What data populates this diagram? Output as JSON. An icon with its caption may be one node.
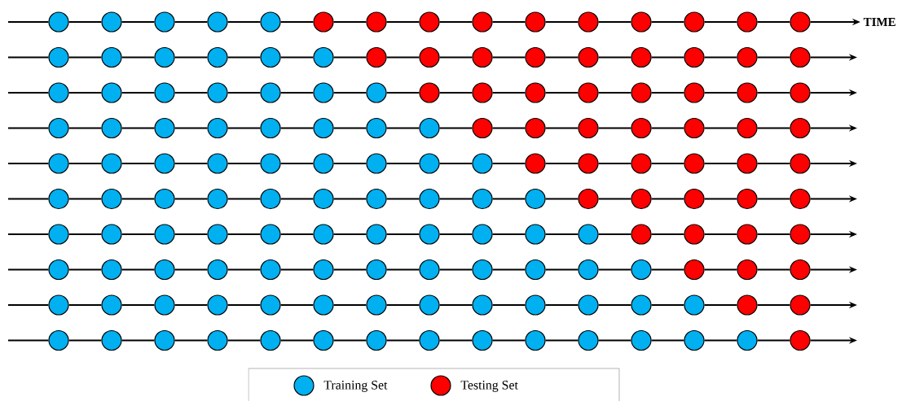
{
  "diagram": {
    "nodes": [
      {
        "text": [],
        "shape": "circle"
      },
      {
        "text": [],
        "shape": "circle"
      },
      {
        "text": [],
        "shape": "circle"
      },
      {
        "text": [],
        "shape": "circle"
      },
      {
        "text": [],
        "shape": "circle"
      },
      {
        "text": [],
        "shape": "circle"
      },
      {
        "text": [],
        "shape": "circle"
      },
      {
        "text": [],
        "shape": "circle"
      },
      {
        "text": [],
        "shape": "circle"
      },
      {
        "text": [],
        "shape": "circle"
      },
      {
        "text": [],
        "shape": "circle"
      },
      {
        "text": [],
        "shape": "circle"
      },
      {
        "text": [],
        "shape": "circle"
      },
      {
        "text": [],
        "shape": "circle"
      },
      {
        "text": [],
        "shape": "circle"
      },
      {
        "text": [],
        "shape": "circle"
      },
      {
        "text": [],
        "shape": "circle"
      },
      {
        "text": [],
        "shape": "circle"
      },
      {
        "text": [],
        "shape": "circle"
      },
      {
        "text": [],
        "shape": "circle"
      },
      {
        "text": [],
        "shape": "circle"
      },
      {
        "text": [],
        "shape": "circle"
      },
      {
        "text": [],
        "shape": "circle"
      },
      {
        "text": [],
        "shape": "circle"
      },
      {
        "text": [],
        "shape": "circle"
      },
      {
        "text": [],
        "shape": "circle"
      },
      {
        "text": [],
        "shape": "circle"
      },
      {
        "text": [],
        "shape": "circle"
      },
      {
        "text": [],
        "shape": "circle"
      },
      {
        "text": [],
        "shape": "circle"
      },
      {
        "text": [],
        "shape": "circle"
      },
      {
        "text": [],
        "shape": "circle"
      },
      {
        "text": [],
        "shape": "circle"
      },
      {
        "text": [],
        "shape": "circle"
      },
      {
        "text": [],
        "shape": "circle"
      },
      {
        "text": [],
        "shape": "circle"
      },
      {
        "text": [],
        "shape": "circle"
      },
      {
        "text": [],
        "shape": "circle"
      },
      {
        "text": [],
        "shape": "circle"
      },
      {
        "text": [],
        "shape": "circle"
      },
      {
        "text": [],
        "shape": "circle"
      },
      {
        "text": [],
        "shape": "circle"
      },
      {
        "text": [],
        "shape": "circle"
      },
      {
        "text": [],
        "shape": "circle"
      },
      {
        "text": [],
        "shape": "circle"
      },
      {
        "text": [],
        "shape": "circle"
      },
      {
        "text": [],
        "shape": "circle"
      },
      {
        "text": [],
        "shape": "circle"
      },
      {
        "text": [],
        "shape": "circle"
      },
      {
        "text": [],
        "shape": "circle"
      },
      {
        "text": [],
        "shape": "circle"
      },
      {
        "text": [],
        "shape": "circle"
      },
      {
        "text": [],
        "shape": "circle"
      },
      {
        "text": [],
        "shape": "circle"
      },
      {
        "text": [],
        "shape": "circle"
      },
      {
        "text": [],
        "shape": "circle"
      },
      {
        "text": [],
        "shape": "circle"
      },
      {
        "text": [],
        "shape": "circle"
      },
      {
        "text": [],
        "shape": "circle"
      },
      {
        "text": [],
        "shape": "circle"
      },
      {
        "text": [],
        "shape": "circle"
      },
      {
        "text": [],
        "shape": "circle"
      },
      {
        "text": [],
        "shape": "circle"
      },
      {
        "text": [],
        "shape": "circle"
      },
      {
        "text": [],
        "shape": "circle"
      },
      {
        "text": [],
        "shape": "circle"
      },
      {
        "text": [],
        "shape": "circle"
      },
      {
        "text": [],
        "shape": "circle"
      },
      {
        "text": [],
        "shape": "circle"
      },
      {
        "text": [],
        "shape": "circle"
      },
      {
        "text": [],
        "shape": "circle"
      },
      {
        "text": [],
        "shape": "circle"
      },
      {
        "text": [],
        "shape": "circle"
      },
      {
        "text": [],
        "shape": "circle"
      },
      {
        "text": [],
        "shape": "circle"
      },
      {
        "text": [],
        "shape": "circle"
      },
      {
        "text": [],
        "shape": "circle"
      },
      {
        "text": [],
        "shape": "circle"
      },
      {
        "text": [],
        "shape": "circle"
      },
      {
        "text": [],
        "shape": "circle"
      },
      {
        "text": [],
        "shape": "circle"
      },
      {
        "text": [],
        "shape": "circle"
      },
      {
        "text": [],
        "shape": "circle"
      },
      {
        "text": [],
        "shape": "circle"
      },
      {
        "text": [],
        "shape": "circle"
      },
      {
        "text": [],
        "shape": "circle"
      },
      {
        "text": [],
        "shape": "circle"
      },
      {
        "text": [],
        "shape": "circle"
      },
      {
        "text": [],
        "shape": "circle"
      },
      {
        "text": [],
        "shape": "circle"
      },
      {
        "text": [],
        "shape": "circle"
      },
      {
        "text": [],
        "shape": "circle"
      },
      {
        "text": [],
        "shape": "circle"
      },
      {
        "text": [],
        "shape": "circle"
      },
      {
        "text": [],
        "shape": "circle"
      },
      {
        "text": [],
        "shape": "circle"
      },
      {
        "text": [],
        "shape": "circle"
      },
      {
        "text": [],
        "shape": "circle"
      },
      {
        "text": [],
        "shape": "circle"
      },
      {
        "text": [],
        "shape": "circle"
      },
      {
        "text": [],
        "shape": "circle"
      },
      {
        "text": [],
        "shape": "circle"
      },
      {
        "text": [],
        "shape": "circle"
      },
      {
        "text": [],
        "shape": "circle"
      },
      {
        "text": [],
        "shape": "circle"
      },
      {
        "text": [],
        "shape": "circle"
      },
      {
        "text": [],
        "shape": "circle"
      },
      {
        "text": [],
        "shape": "circle"
      },
      {
        "text": [],
        "shape": "circle"
      },
      {
        "text": [],
        "shape": "circle"
      },
      {
        "text": [],
        "shape": "circle"
      },
      {
        "text": [],
        "shape": "circle"
      },
      {
        "text": [],
        "shape": "circle"
      },
      {
        "text": [],
        "shape": "circle"
      },
      {
        "text": [],
        "shape": "circle"
      },
      {
        "text": [],
        "shape": "circle"
      },
      {
        "text": [],
        "shape": "circle"
      },
      {
        "text": [],
        "shape": "circle"
      },
      {
        "text": [],
        "shape": "circle"
      },
      {
        "text": [],
        "shape": "circle"
      },
      {
        "text": [],
        "shape": "circle"
      },
      {
        "text": [],
        "shape": "circle"
      },
      {
        "text": [],
        "shape": "circle"
      },
      {
        "text": [],
        "shape": "circle"
      },
      {
        "text": [],
        "shape": "circle"
      },
      {
        "text": [],
        "shape": "circle"
      },
      {
        "text": [],
        "shape": "circle"
      },
      {
        "text": [],
        "shape": "circle"
      },
      {
        "text": [],
        "shape": "circle"
      },
      {
        "text": [],
        "shape": "circle"
      },
      {
        "text": [],
        "shape": "circle"
      },
      {
        "text": [],
        "shape": "circle"
      },
      {
        "text": [],
        "shape": "circle"
      },
      {
        "text": [],
        "shape": "circle"
      },
      {
        "text": [],
        "shape": "circle"
      },
      {
        "text": [],
        "shape": "circle"
      },
      {
        "text": [],
        "shape": "circle"
      },
      {
        "text": [],
        "shape": "circle"
      },
      {
        "text": [],
        "shape": "circle"
      },
      {
        "text": [],
        "shape": "circle"
      },
      {
        "text": [],
        "shape": "circle"
      },
      {
        "text": [],
        "shape": "circle"
      },
      {
        "text": [],
        "shape": "circle"
      },
      {
        "text": [],
        "shape": "circle"
      },
      {
        "text": [],
        "shape": "circle"
      },
      {
        "text": [],
        "shape": "circle"
      },
      {
        "text": [],
        "shape": "circle"
      },
      {
        "text": [],
        "shape": "circle"
      },
      {
        "text": [],
        "shape": "circle"
      },
      {
        "text": [],
        "shape": "circle"
      },
      {
        "text": [
          "TIME"
        ]
      }
    ],
    "edges": [
      {
        "from": null,
        "to": 0,
        "arrow": "none"
      },
      {
        "from": 0,
        "to": 1,
        "arrow": "none"
      },
      {
        "from": 1,
        "to": 2,
        "arrow": "none"
      },
      {
        "from": 2,
        "to": 3,
        "arrow": "none"
      },
      {
        "from": 3,
        "to": 4,
        "arrow": "none"
      },
      {
        "from": 4,
        "to": 5,
        "arrow": "none"
      },
      {
        "from": 5,
        "to": 6,
        "arrow": "none"
      },
      {
        "from": 6,
        "to": 7,
        "arrow": "none"
      },
      {
        "from": 7,
        "to": 8,
        "arrow": "none"
      },
      {
        "from": 8,
        "to": 9,
        "arrow": "none"
      },
      {
        "from": 9,
        "to": 10,
        "arrow": "none"
      },
      {
        "from": 10,
        "to": 11,
        "arrow": "none"
      },
      {
        "from": 11,
        "to": 12,
        "arrow": "none"
      },
      {
        "from": 12,
        "to": 13,
        "arrow": "none"
      },
      {
        "from": 13,
        "to": 14,
        "arrow": "none"
      },
      {
        "from": 14,
        "to": 150,
        "arrow": "to"
      },
      {
        "from": null,
        "to": 15,
        "arrow": "none"
      },
      {
        "from": 15,
        "to": 16,
        "arrow": "none"
      },
      {
        "from": 16,
        "to": 17,
        "arrow": "none"
      },
      {
        "from": 17,
        "to": 18,
        "arrow": "none"
      },
      {
        "from": 18,
        "to": 19,
        "arrow": "none"
      },
      {
        "from": 19,
        "to": 20,
        "arrow": "none"
      },
      {
        "from": 20,
        "to": 21,
        "arrow": "none"
      },
      {
        "from": 21,
        "to": 22,
        "arrow": "none"
      },
      {
        "from": 22,
        "to": 23,
        "arrow": "none"
      },
      {
        "from": 23,
        "to": 24,
        "arrow": "none"
      },
      {
        "from": 24,
        "to": 25,
        "arrow": "none"
      },
      {
        "from": 25,
        "to": 26,
        "arrow": "none"
      },
      {
        "from": 26,
        "to": 27,
        "arrow": "none"
      },
      {
        "from": 27,
        "to": 28,
        "arrow": "none"
      },
      {
        "from": 28,
        "to": 29,
        "arrow": "none"
      },
      {
        "from": 29,
        "to": null,
        "arrow": "to"
      },
      {
        "from": null,
        "to": 30,
        "arrow": "none"
      },
      {
        "from": 30,
        "to": 31,
        "arrow": "none"
      },
      {
        "from": 31,
        "to": 32,
        "arrow": "none"
      },
      {
        "from": 32,
        "to": 33,
        "arrow": "none"
      },
      {
        "from": 33,
        "to": 34,
        "arrow": "none"
      },
      {
        "from": 34,
        "to": 35,
        "arrow": "none"
      },
      {
        "from": 35,
        "to": 36,
        "arrow": "none"
      },
      {
        "from": 36,
        "to": 37,
        "arrow": "none"
      },
      {
        "from": 37,
        "to": 38,
        "arrow": "none"
      },
      {
        "from": 38,
        "to": 39,
        "arrow": "none"
      },
      {
        "from": 39,
        "to": 40,
        "arrow": "none"
      },
      {
        "from": 40,
        "to": 41,
        "arrow": "none"
      },
      {
        "from": 41,
        "to": 42,
        "arrow": "none"
      },
      {
        "from": 42,
        "to": 43,
        "arrow": "none"
      },
      {
        "from": 43,
        "to": 44,
        "arrow": "none"
      },
      {
        "from": 44,
        "to": null,
        "arrow": "to"
      },
      {
        "from": null,
        "to": 45,
        "arrow": "none"
      },
      {
        "from": 45,
        "to": 46,
        "arrow": "none"
      },
      {
        "from": 46,
        "to": 47,
        "arrow": "none"
      },
      {
        "from": 47,
        "to": 48,
        "arrow": "none"
      },
      {
        "from": 48,
        "to": 49,
        "arrow": "none"
      },
      {
        "from": 49,
        "to": 50,
        "arrow": "none"
      },
      {
        "from": 50,
        "to": 51,
        "arrow": "none"
      },
      {
        "from": 51,
        "to": 52,
        "arrow": "none"
      },
      {
        "from": 52,
        "to": 53,
        "arrow": "none"
      },
      {
        "from": 53,
        "to": 54,
        "arrow": "none"
      },
      {
        "from": 54,
        "to": 55,
        "arrow": "none"
      },
      {
        "from": 55,
        "to": 56,
        "arrow": "none"
      },
      {
        "from": 56,
        "to": 57,
        "arrow": "none"
      },
      {
        "from": 57,
        "to": 58,
        "arrow": "none"
      },
      {
        "from": 58,
        "to": 59,
        "arrow": "none"
      },
      {
        "from": 59,
        "to": null,
        "arrow": "to"
      },
      {
        "from": null,
        "to": 60,
        "arrow": "none"
      },
      {
        "from": 60,
        "to": 61,
        "arrow": "none"
      },
      {
        "from": 61,
        "to": 62,
        "arrow": "none"
      },
      {
        "from": 62,
        "to": 63,
        "arrow": "none"
      },
      {
        "from": 63,
        "to": 64,
        "arrow": "none"
      },
      {
        "from": 64,
        "to": 65,
        "arrow": "none"
      },
      {
        "from": 65,
        "to": 66,
        "arrow": "none"
      },
      {
        "from": 66,
        "to": 67,
        "arrow": "none"
      },
      {
        "from": 67,
        "to": 68,
        "arrow": "none"
      },
      {
        "from": 68,
        "to": 69,
        "arrow": "none"
      },
      {
        "from": 69,
        "to": 70,
        "arrow": "none"
      },
      {
        "from": 70,
        "to": 71,
        "arrow": "none"
      },
      {
        "from": 71,
        "to": 72,
        "arrow": "none"
      },
      {
        "from": 72,
        "to": 73,
        "arrow": "none"
      },
      {
        "from": 73,
        "to": 74,
        "arrow": "none"
      },
      {
        "from": 74,
        "to": null,
        "arrow": "to"
      },
      {
        "from": null,
        "to": 75,
        "arrow": "none"
      },
      {
        "from": 75,
        "to": 76,
        "arrow": "none"
      },
      {
        "from": 76,
        "to": 77,
        "arrow": "none"
      },
      {
        "from": 77,
        "to": 78,
        "arrow": "none"
      },
      {
        "from": 78,
        "to": 79,
        "arrow": "none"
      },
      {
        "from": 79,
        "to": 80,
        "arrow": "none"
      },
      {
        "from": 80,
        "to": 81,
        "arrow": "none"
      },
      {
        "from": 81,
        "to": 82,
        "arrow": "none"
      },
      {
        "from": 82,
        "to": 83,
        "arrow": "none"
      },
      {
        "from": 83,
        "to": 84,
        "arrow": "none"
      },
      {
        "from": 84,
        "to": 85,
        "arrow": "none"
      },
      {
        "from": 85,
        "to": 86,
        "arrow": "none"
      },
      {
        "from": 86,
        "to": 87,
        "arrow": "none"
      },
      {
        "from": 87,
        "to": 88,
        "arrow": "none"
      },
      {
        "from": 88,
        "to": 89,
        "arrow": "none"
      },
      {
        "from": 89,
        "to": null,
        "arrow": "to"
      },
      {
        "from": null,
        "to": 90,
        "arrow": "none"
      },
      {
        "from": 90,
        "to": 91,
        "arrow": "none"
      },
      {
        "from": 91,
        "to": 92,
        "arrow": "none"
      },
      {
        "from": 92,
        "to": 93,
        "arrow": "none"
      },
      {
        "from": 93,
        "to": 94,
        "arrow": "none"
      },
      {
        "from": 94,
        "to": 95,
        "arrow": "none"
      },
      {
        "from": 95,
        "to": 96,
        "arrow": "none"
      },
      {
        "from": 96,
        "to": 97,
        "arrow": "none"
      },
      {
        "from": 97,
        "to": 98,
        "arrow": "none"
      },
      {
        "from": 98,
        "to": 99,
        "arrow": "none"
      },
      {
        "from": 99,
        "to": 100,
        "arrow": "none"
      },
      {
        "from": 100,
        "to": 101,
        "arrow": "none"
      },
      {
        "from": 101,
        "to": 102,
        "arrow": "none"
      },
      {
        "from": 102,
        "to": 103,
        "arrow": "none"
      },
      {
        "from": 103,
        "to": 104,
        "arrow": "none"
      },
      {
        "from": 104,
        "to": null,
        "arrow": "to"
      },
      {
        "from": null,
        "to": 105,
        "arrow": "none"
      },
      {
        "from": 105,
        "to": 106,
        "arrow": "none"
      },
      {
        "from": 106,
        "to": 107,
        "arrow": "none"
      },
      {
        "from": 107,
        "to": 108,
        "arrow": "none"
      },
      {
        "from": 108,
        "to": 109,
        "arrow": "none"
      },
      {
        "from": 109,
        "to": 110,
        "arrow": "none"
      },
      {
        "from": 110,
        "to": 111,
        "arrow": "none"
      },
      {
        "from": 111,
        "to": 112,
        "arrow": "none"
      },
      {
        "from": 112,
        "to": 113,
        "arrow": "none"
      },
      {
        "from": 113,
        "to": 114,
        "arrow": "none"
      },
      {
        "from": 114,
        "to": 115,
        "arrow": "none"
      },
      {
        "from": 115,
        "to": 116,
        "arrow": "none"
      },
      {
        "from": 116,
        "to": 117,
        "arrow": "none"
      },
      {
        "from": 117,
        "to": 118,
        "arrow": "none"
      },
      {
        "from": 118,
        "to": 119,
        "arrow": "none"
      },
      {
        "from": 119,
        "to": null,
        "arrow": "to"
      },
      {
        "from": null,
        "to": 120,
        "arrow": "none"
      },
      {
        "from": 120,
        "to": 121,
        "arrow": "none"
      },
      {
        "from": 121,
        "to": 122,
        "arrow": "none"
      },
      {
        "from": 122,
        "to": 123,
        "arrow": "none"
      },
      {
        "from": 123,
        "to": 124,
        "arrow": "none"
      },
      {
        "from": 124,
        "to": 125,
        "arrow": "none"
      },
      {
        "from": 125,
        "to": 126,
        "arrow": "none"
      },
      {
        "from": 126,
        "to": 127,
        "arrow": "none"
      },
      {
        "from": 127,
        "to": 128,
        "arrow": "none"
      },
      {
        "from": 128,
        "to": 129,
        "arrow": "none"
      },
      {
        "from": 129,
        "to": 130,
        "arrow": "none"
      },
      {
        "from": 130,
        "to": 131,
        "arrow": "none"
      },
      {
        "from": 131,
        "to": 132,
        "arrow": "none"
      },
      {
        "from": 132,
        "to": 133,
        "arrow": "none"
      },
      {
        "from": 133,
        "to": 134,
        "arrow": "none"
      },
      {
        "from": 134,
        "to": null,
        "arrow": "to"
      },
      {
        "from": null,
        "to": 135,
        "arrow": "none"
      },
      {
        "from": 135,
        "to": 136,
        "arrow": "none"
      },
      {
        "from": 136,
        "to": 137,
        "arrow": "none"
      },
      {
        "from": 137,
        "to": 138,
        "arrow": "none"
      },
      {
        "from": 138,
        "to": 139,
        "arrow": "none"
      },
      {
        "from": 139,
        "to": 140,
        "arrow": "none"
      },
      {
        "from": 140,
        "to": 141,
        "arrow": "none"
      },
      {
        "from": 141,
        "to": 142,
        "arrow": "none"
      },
      {
        "from": 142,
        "to": 143,
        "arrow": "none"
      },
      {
        "from": 143,
        "to": 144,
        "arrow": "none"
      },
      {
        "from": 144,
        "to": 145,
        "arrow": "none"
      },
      {
        "from": 145,
        "to": 146,
        "arrow": "none"
      },
      {
        "from": 146,
        "to": 147,
        "arrow": "none"
      },
      {
        "from": 147,
        "to": 148,
        "arrow": "none"
      },
      {
        "from": 148,
        "to": 149,
        "arrow": "none"
      },
      {
        "from": 149,
        "to": null,
        "arrow": "to"
      }
    ],
    "legend": [
      {
        "text": "Training Set",
        "color": "#00b0f0"
      },
      {
        "text": "Testing Set",
        "color": "#ff0000"
      }
    ]
  }
}
